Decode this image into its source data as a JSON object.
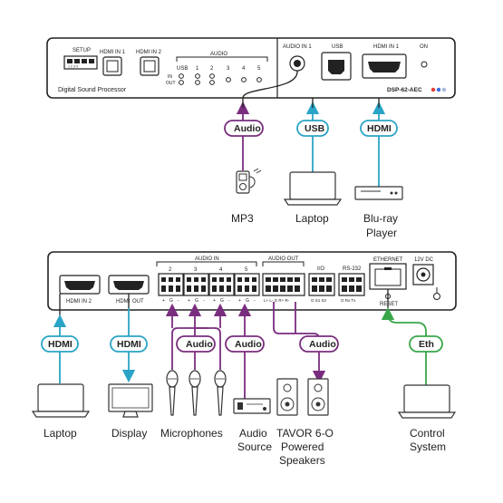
{
  "colors": {
    "audio": "#7a2d7f",
    "hdmi_usb": "#2aa4c6",
    "ethernet": "#3aa64a",
    "led_red": "#e23b3b",
    "led_blue": "#3b6be2",
    "led_light": "#a8b8d8"
  },
  "front_panel": {
    "setup_label": "SETUP",
    "setup_digits": "1 2 3 4",
    "hdmi_in1_label": "HDMI IN 1",
    "hdmi_in2_label": "HDMI IN 2",
    "audio_label": "AUDIO",
    "audio_ch": [
      "USB",
      "1",
      "2",
      "3",
      "4",
      "5"
    ],
    "in_label": "IN",
    "out_label": "OUT",
    "device_name": "Digital Sound Processor",
    "audio_in1_label": "AUDIO IN 1",
    "usb_label": "USB",
    "hdmi_in1_right_label": "HDMI IN 1",
    "on_label": "ON",
    "model": "DSP-62-AEC"
  },
  "rear_panel": {
    "hdmi_in2_label": "HDMI IN 2",
    "hdmi_out_label": "HDMI",
    "hdmi_out_label2": "OUT",
    "audio_in_label": "AUDIO IN",
    "audio_in_ch": [
      "2",
      "3",
      "4",
      "5"
    ],
    "audio_in_pins": [
      "+",
      "G",
      "-"
    ],
    "audio_out_label": "AUDIO OUT",
    "audio_out_pins": "L+ L-  G  R+ R-",
    "io_label": "I/O",
    "io_pins": "G  S1 S2",
    "rs232_label": "RS-232",
    "rs232_pins": "G  Rx Tx",
    "ethernet_label": "ETHERNET",
    "reset_label": "RESET",
    "dc_label": "12V DC"
  },
  "pills": {
    "audio": "Audio",
    "usb": "USB",
    "hdmi": "HDMI",
    "eth": "Eth"
  },
  "labels": {
    "mp3": "MP3",
    "laptop_top": "Laptop",
    "bluray_1": "Blu-ray",
    "bluray_2": "Player",
    "laptop_bottom": "Laptop",
    "display": "Display",
    "microphones": "Microphones",
    "audio_source_1": "Audio",
    "audio_source_2": "Source",
    "speakers_1": "TAVOR 6-O",
    "speakers_2": "Powered",
    "speakers_3": "Speakers",
    "control_1": "Control",
    "control_2": "System"
  }
}
